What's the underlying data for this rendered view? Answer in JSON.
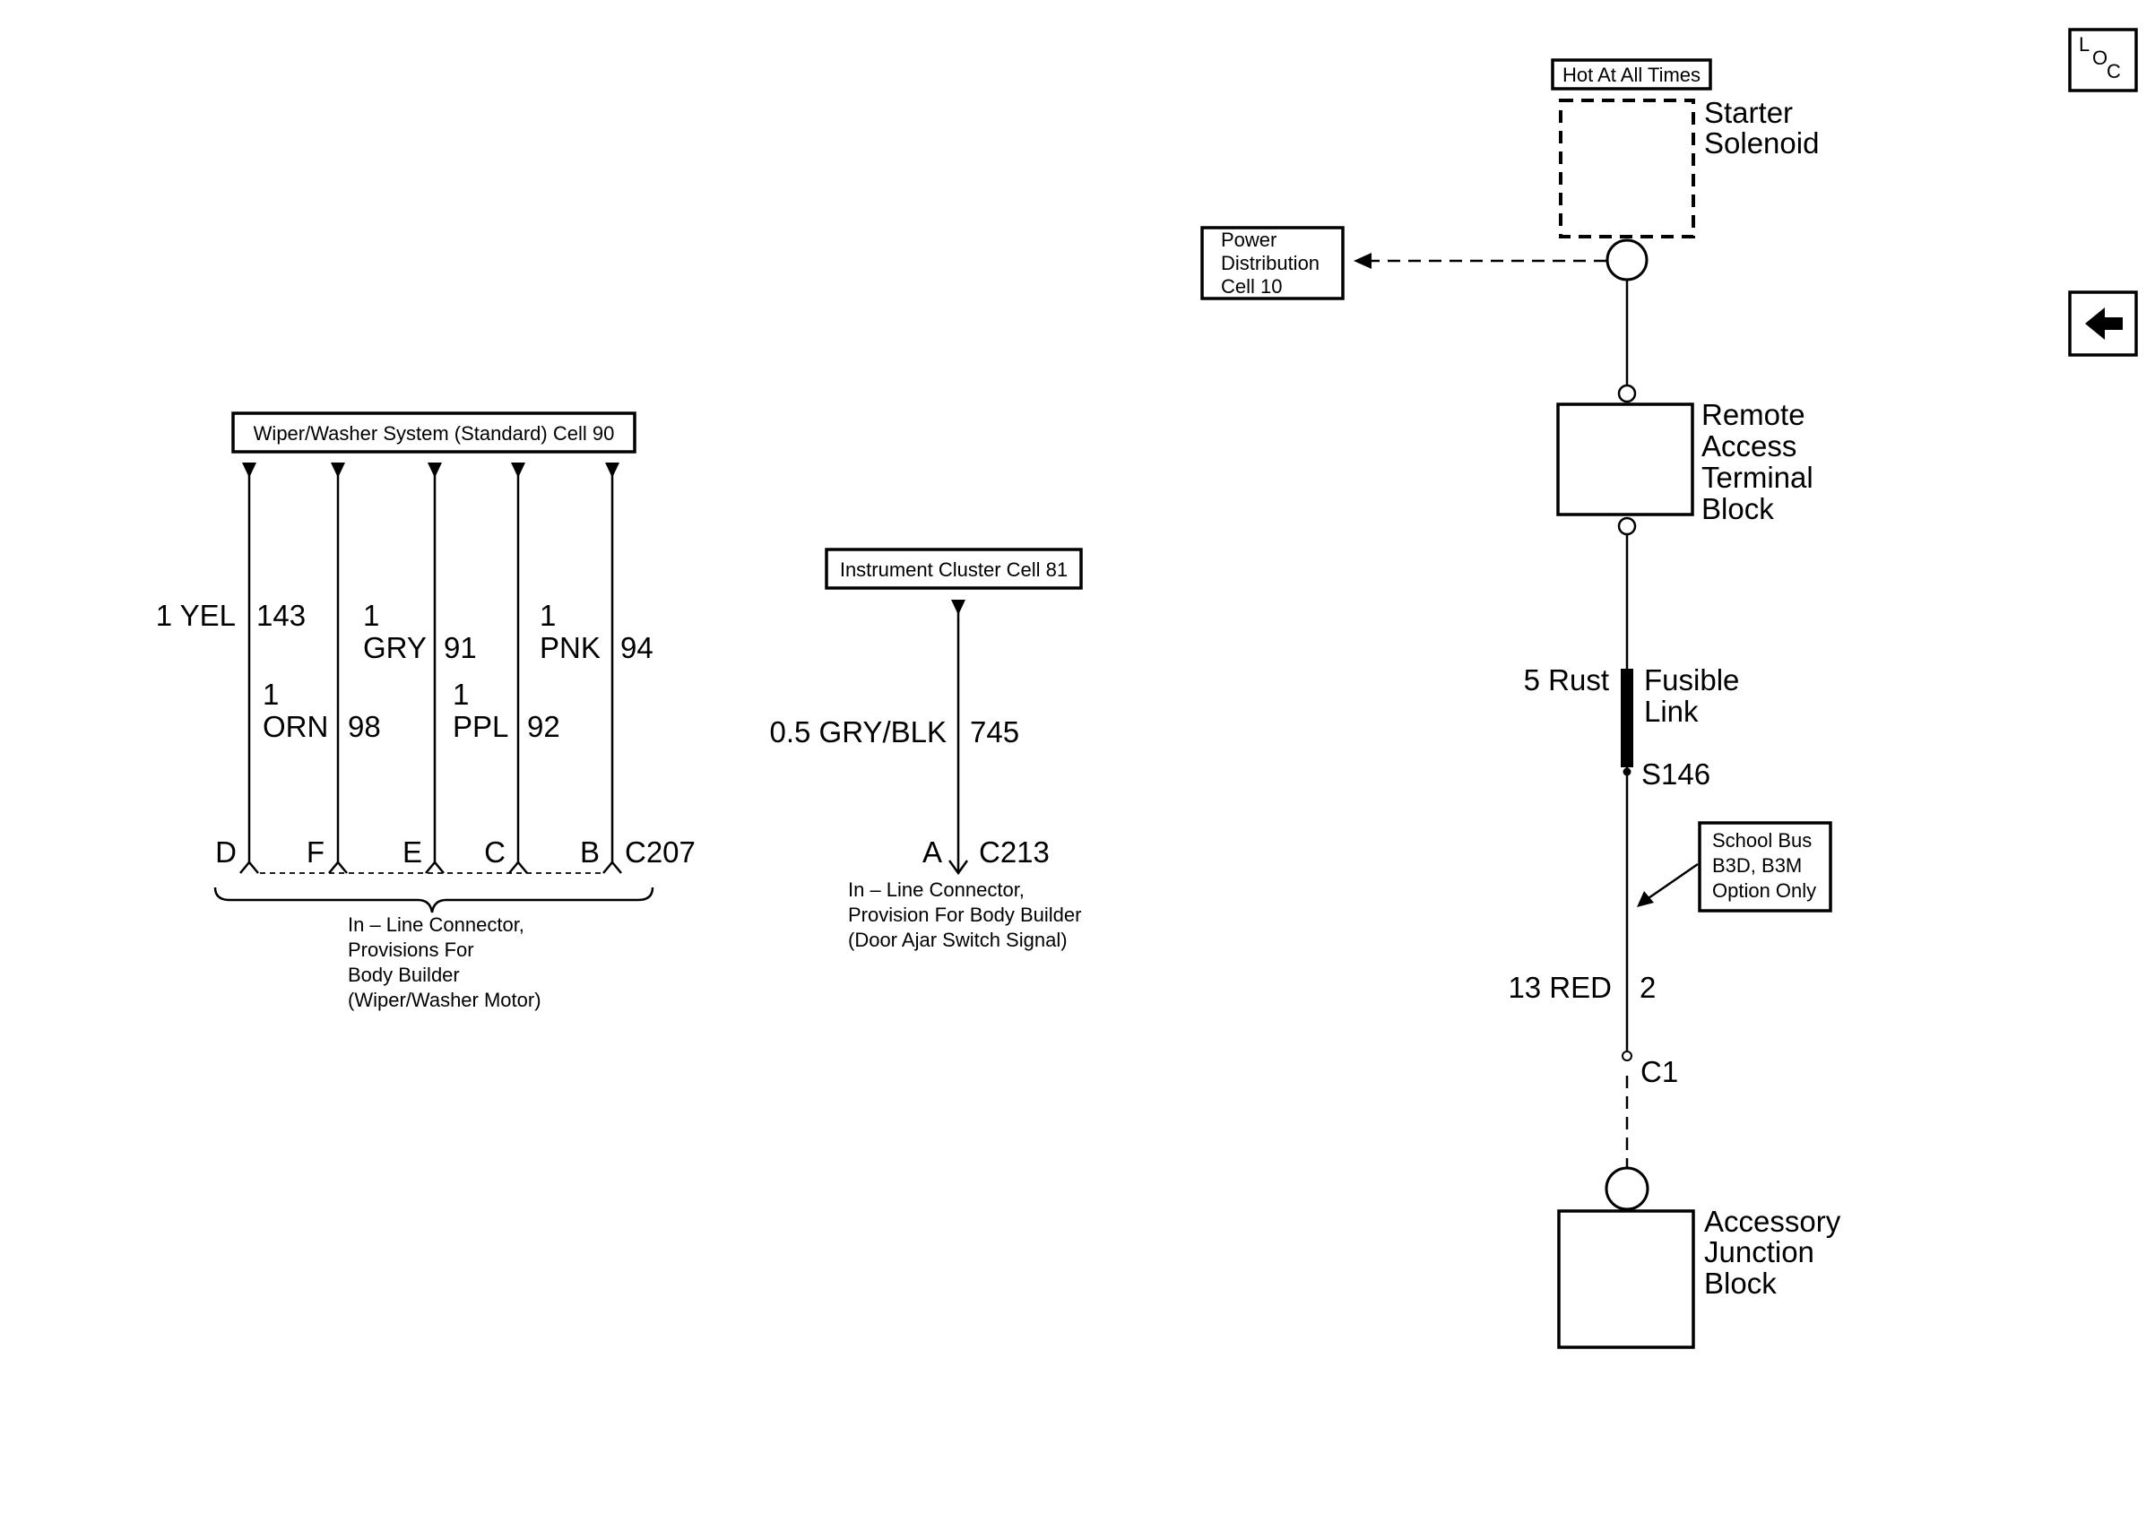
{
  "nav": {
    "loc_letters": [
      "L",
      "O",
      "C"
    ],
    "back_icon": "arrow-left-icon"
  },
  "wiper": {
    "header": "Wiper/Washer System (Standard) Cell 90",
    "wires": [
      {
        "size": "1 YEL",
        "circuit": "143",
        "pin": "D"
      },
      {
        "size": "1",
        "color": "ORN",
        "circuit": "98",
        "pin": "F"
      },
      {
        "size": "1",
        "color": "GRY",
        "circuit": "91",
        "pin": "E"
      },
      {
        "size": "1",
        "color": "PPL",
        "circuit": "92",
        "pin": "C"
      },
      {
        "size": "1",
        "color": "PNK",
        "circuit": "94",
        "pin": "B"
      }
    ],
    "connector": "C207",
    "note": [
      "In – Line Connector,",
      "Provisions For",
      "Body Builder",
      "(Wiper/Washer Motor)"
    ]
  },
  "cluster": {
    "header": "Instrument Cluster Cell 81",
    "wire_size": "0.5 GRY/BLK",
    "circuit": "745",
    "pin": "A",
    "connector": "C213",
    "note": [
      "In – Line Connector,",
      "Provision For Body Builder",
      "(Door Ajar Switch Signal)"
    ]
  },
  "power": {
    "hot_label": "Hot At All Times",
    "starter": [
      "Starter",
      "Solenoid"
    ],
    "pd_ref": [
      "Power",
      "Distribution",
      "Cell 10"
    ],
    "remote": [
      "Remote",
      "Access",
      "Terminal",
      "Block"
    ],
    "fuse_size": "5 Rust",
    "fuse_label": [
      "Fusible",
      "Link"
    ],
    "splice": "S146",
    "option": [
      "School Bus",
      "B3D, B3M",
      "Option Only"
    ],
    "wire_size": "13 RED",
    "circuit": "2",
    "connector": "C1",
    "accessory": [
      "Accessory",
      "Junction",
      "Block"
    ]
  }
}
